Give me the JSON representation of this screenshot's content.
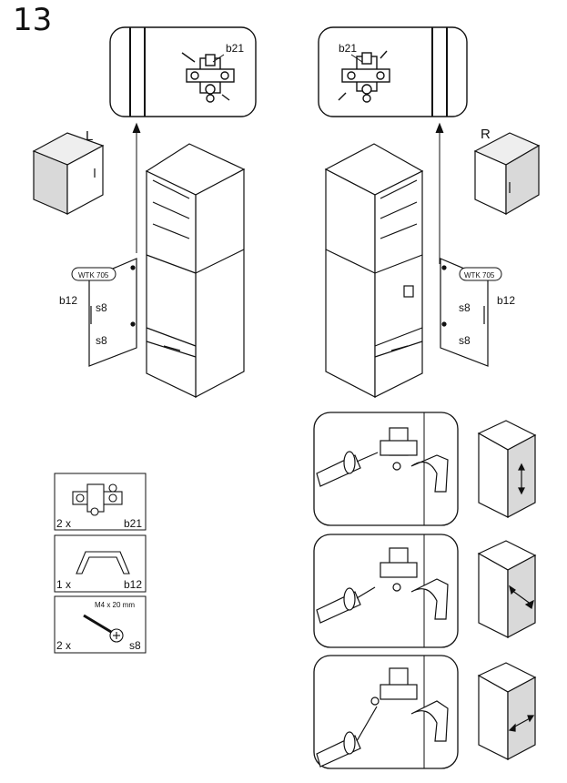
{
  "step_number": "13",
  "labels": {
    "left_side": "L",
    "right_side": "R",
    "hinge_plate": "b21",
    "handle": "b12",
    "screw": "s8",
    "wtk": "WTK 705"
  },
  "parts": [
    {
      "qty": "2 x",
      "code": "b21"
    },
    {
      "qty": "1 x",
      "code": "b12"
    },
    {
      "qty": "2 x",
      "code": "s8",
      "spec": "M4 x 20 mm"
    }
  ],
  "colors": {
    "line": "#111111",
    "cabinet_fill": "#d9d9d9",
    "white": "#ffffff"
  }
}
